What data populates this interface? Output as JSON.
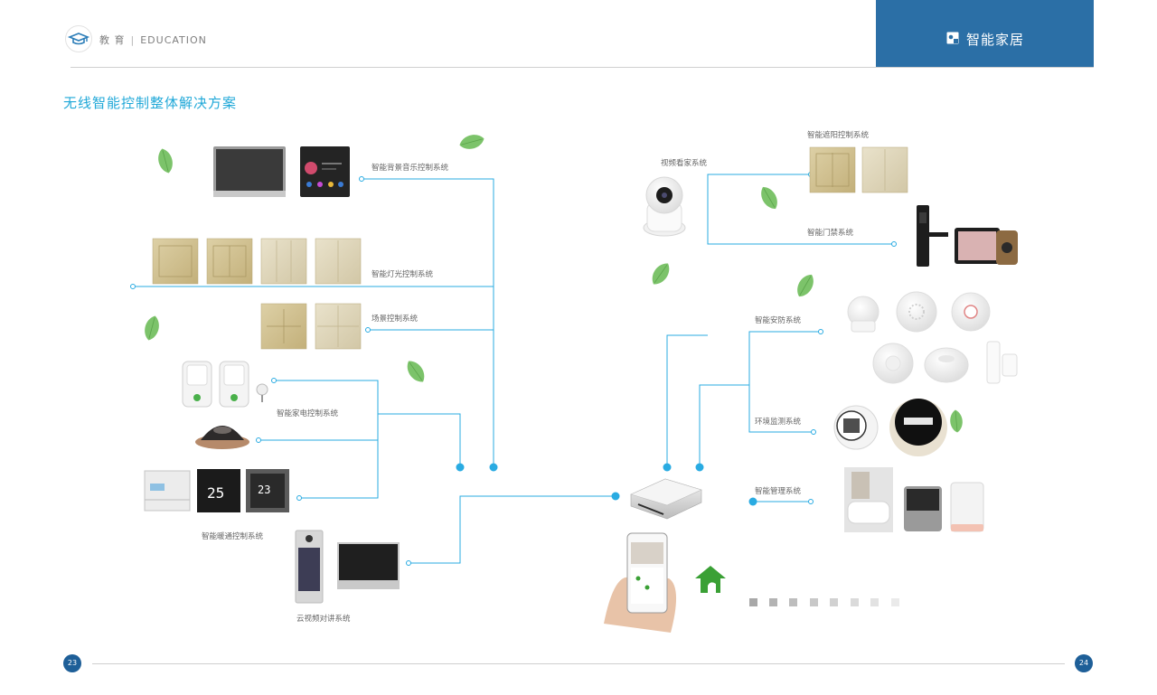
{
  "header": {
    "section_label": "教 育",
    "section_en": "EDUCATION",
    "tab_title": "智能家居"
  },
  "page_title": "无线智能控制整体解决方案",
  "left_systems": {
    "music": "智能背景音乐控制系统",
    "lighting": "智能灯光控制系统",
    "scene": "场景控制系统",
    "appliance": "智能家电控制系统",
    "hvac": "智能暖通控制系统",
    "intercom": "云视频对讲系统"
  },
  "right_systems": {
    "video_care": "视频看家系统",
    "shading": "智能遮阳控制系统",
    "door_access": "智能门禁系统",
    "security": "智能安防系统",
    "environment": "环境监测系统",
    "management": "智能管理系统"
  },
  "device_screens": {
    "thermostat_1": "25",
    "thermostat_2": "23"
  },
  "footer": {
    "page_left": "23",
    "page_right": "24"
  },
  "colors": {
    "accent_blue": "#2b6fa6",
    "line_cyan": "#29abe2",
    "title_cyan": "#20a8d8",
    "leaf_green": "#7cc36a",
    "logo_green": "#3aa035",
    "page_badge": "#1e5f98"
  }
}
